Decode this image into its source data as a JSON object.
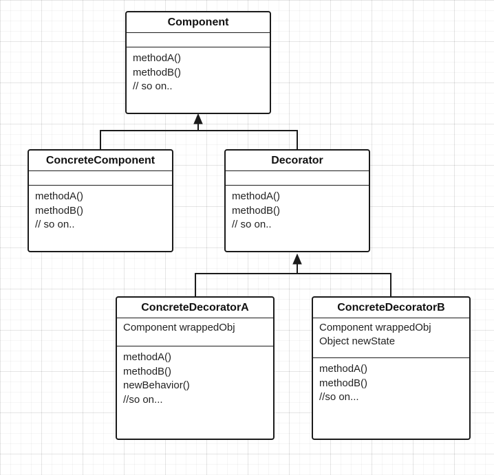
{
  "classes": [
    {
      "id": "component",
      "name": "Component",
      "attributes": [],
      "methods": [
        "methodA()",
        "methodB()",
        "// so on.."
      ]
    },
    {
      "id": "concrete-component",
      "name": "ConcreteComponent",
      "attributes": [],
      "methods": [
        "methodA()",
        "methodB()",
        "// so on.."
      ]
    },
    {
      "id": "decorator",
      "name": "Decorator",
      "attributes": [],
      "methods": [
        "methodA()",
        "methodB()",
        "// so on.."
      ]
    },
    {
      "id": "concrete-decorator-a",
      "name": "ConcreteDecoratorA",
      "attributes": [
        "Component wrappedObj"
      ],
      "methods": [
        "methodA()",
        "methodB()",
        "newBehavior()",
        "//so on..."
      ]
    },
    {
      "id": "concrete-decorator-b",
      "name": "ConcreteDecoratorB",
      "attributes": [
        "Component wrappedObj",
        "Object newState"
      ],
      "methods": [
        "methodA()",
        "methodB()",
        "//so on..."
      ]
    }
  ],
  "relations": [
    {
      "type": "inheritance",
      "from": "concrete-component",
      "to": "component"
    },
    {
      "type": "inheritance",
      "from": "decorator",
      "to": "component"
    },
    {
      "type": "inheritance",
      "from": "concrete-decorator-a",
      "to": "decorator"
    },
    {
      "type": "inheritance",
      "from": "concrete-decorator-b",
      "to": "decorator"
    }
  ],
  "colors": {
    "stroke": "#1a1a1a",
    "box_fill": "#ffffff",
    "text": "#222222"
  }
}
